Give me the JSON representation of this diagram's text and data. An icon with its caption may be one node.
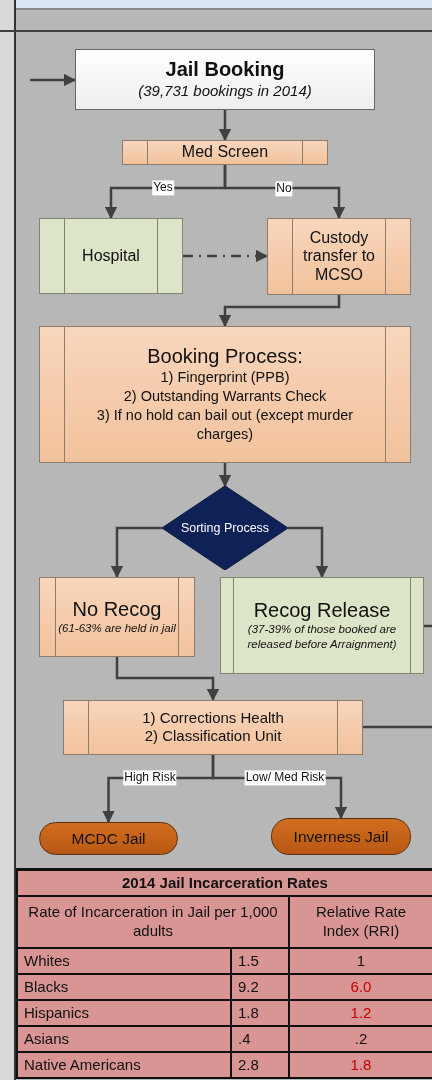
{
  "diagram": {
    "nodes": [
      {
        "text": [
          "Jail Booking",
          "(39,731 bookings in 2014)"
        ]
      },
      {
        "text": [
          "Med Screen"
        ]
      },
      {
        "text": [
          "Hospital"
        ]
      },
      {
        "text": [
          "Custody transfer to MCSO"
        ]
      },
      {
        "text": [
          "Booking Process:",
          "1) Fingerprint (PPB)",
          "2) Outstanding Warrants Check",
          "3) If no hold can bail out (except murder charges)"
        ]
      },
      {
        "text": [
          "Sorting Process"
        ]
      },
      {
        "text": [
          "No Recog",
          "(61-63% are held in jail"
        ]
      },
      {
        "text": [
          "Recog Release",
          "(37-39% of those booked are released before Arraignment)"
        ]
      },
      {
        "text": [
          "1) Corrections Health",
          "2) Classification Unit"
        ]
      },
      {
        "text": [
          "MCDC Jail"
        ]
      },
      {
        "text": [
          "Inverness Jail"
        ]
      }
    ],
    "edges": [
      {
        "from": null,
        "to": 0,
        "arrow": "to"
      },
      {
        "from": 0,
        "to": 1,
        "arrow": "to"
      },
      {
        "from": 1,
        "to": 2,
        "arrow": "to",
        "label": "Yes"
      },
      {
        "from": 1,
        "to": 3,
        "arrow": "to",
        "label": "No"
      },
      {
        "from": 2,
        "to": 3,
        "arrow": "to",
        "style": "dashed"
      },
      {
        "from": 3,
        "to": 4,
        "arrow": "to"
      },
      {
        "from": 4,
        "to": 5,
        "arrow": "to"
      },
      {
        "from": 5,
        "to": 6,
        "arrow": "to"
      },
      {
        "from": 5,
        "to": 7,
        "arrow": "to"
      },
      {
        "from": 6,
        "to": 8,
        "arrow": "to"
      },
      {
        "from": 7,
        "to": null,
        "arrow": "none"
      },
      {
        "from": 8,
        "to": null,
        "arrow": "none"
      },
      {
        "from": 8,
        "to": 9,
        "arrow": "to",
        "label": "High Risk"
      },
      {
        "from": 8,
        "to": 10,
        "arrow": "to",
        "label": "Low/ Med Risk"
      }
    ],
    "labels": [
      "2014 Jail Incarceration Rates",
      "Rate of Incarceration in Jail per 1,000 adults",
      "Relative Rate Index (RRI)",
      "Whites",
      "1.5",
      "1",
      "Blacks",
      "9.2",
      "6.0",
      "Hispanics",
      "1.8",
      "1.2",
      "Asians",
      ".4",
      ".2",
      "Native Americans",
      "2.8",
      "1.8"
    ]
  }
}
